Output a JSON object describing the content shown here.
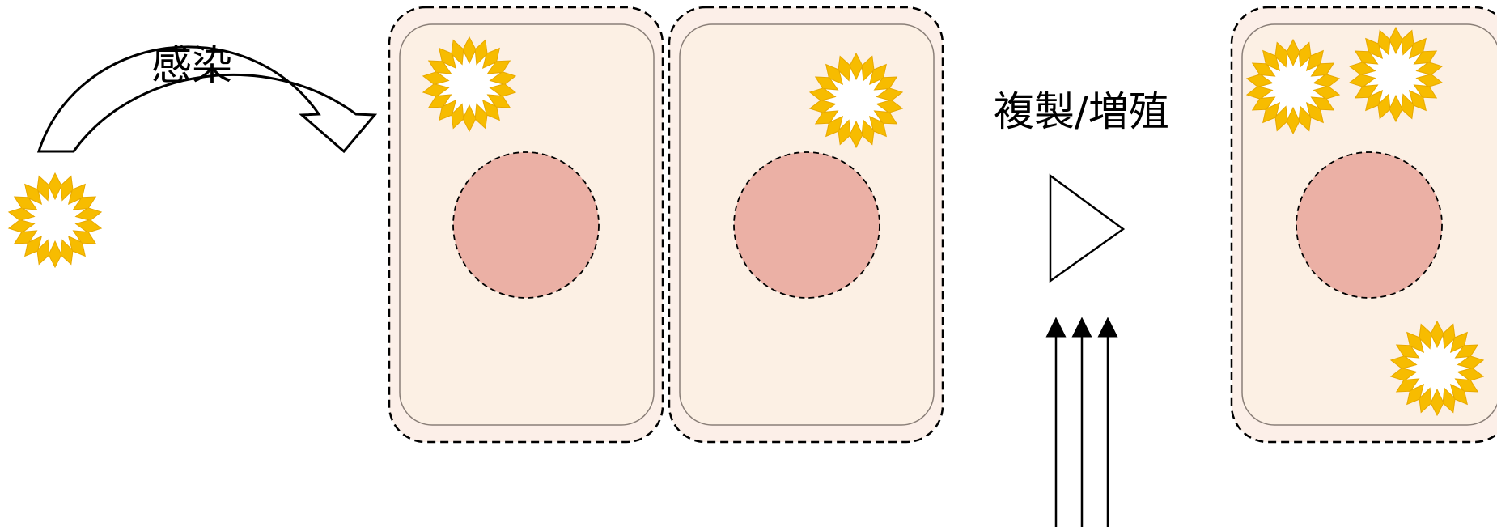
{
  "labels": {
    "infection": "感染",
    "replication": "複製/増殖"
  },
  "colors": {
    "cell_fill": "#fcf0e4",
    "cell_outer_fill": "#fcefe8",
    "nucleus_fill": "#ebb0a5",
    "virus_outer": "#f7bc00",
    "virus_inner": "#ffffff",
    "line": "#000000",
    "inner_border": "#8a7f78"
  },
  "diagram": {
    "cells": [
      {
        "id": "cell-1",
        "viruses": 1
      },
      {
        "id": "cell-2",
        "viruses": 1
      },
      {
        "id": "cell-3",
        "viruses": 3
      }
    ],
    "free_viruses": 1,
    "up_arrows": 3
  }
}
